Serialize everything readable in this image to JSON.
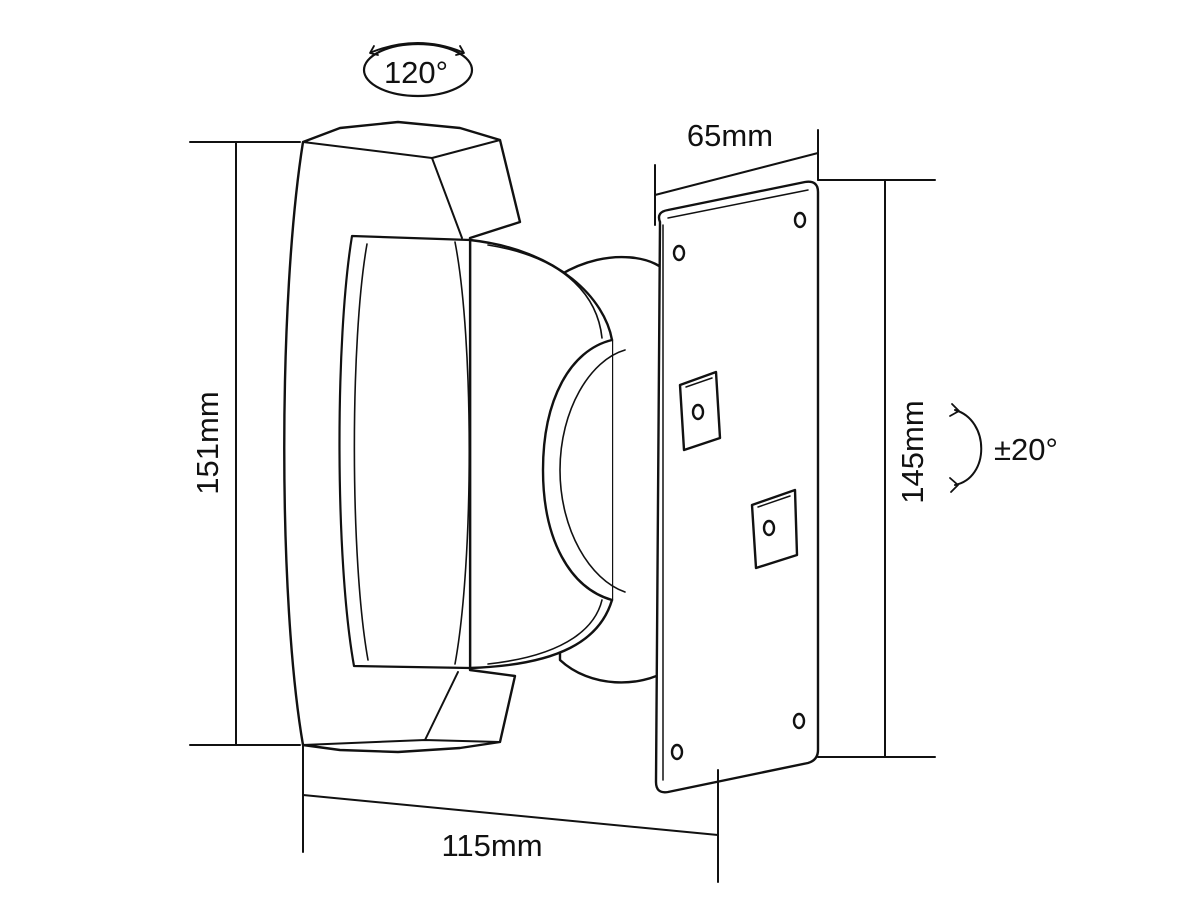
{
  "colors": {
    "line": "#111111",
    "fill": "#ffffff"
  },
  "labels": {
    "rotation_horizontal": "120°",
    "rotation_vertical": "±20°",
    "bracket_height": "151mm",
    "plate_height": "145mm",
    "plate_width": "65mm",
    "depth": "115mm"
  },
  "icons": {
    "rotation_horizontal": "rotation-arrows-icon",
    "rotation_vertical": "curved-arrow-icon"
  }
}
